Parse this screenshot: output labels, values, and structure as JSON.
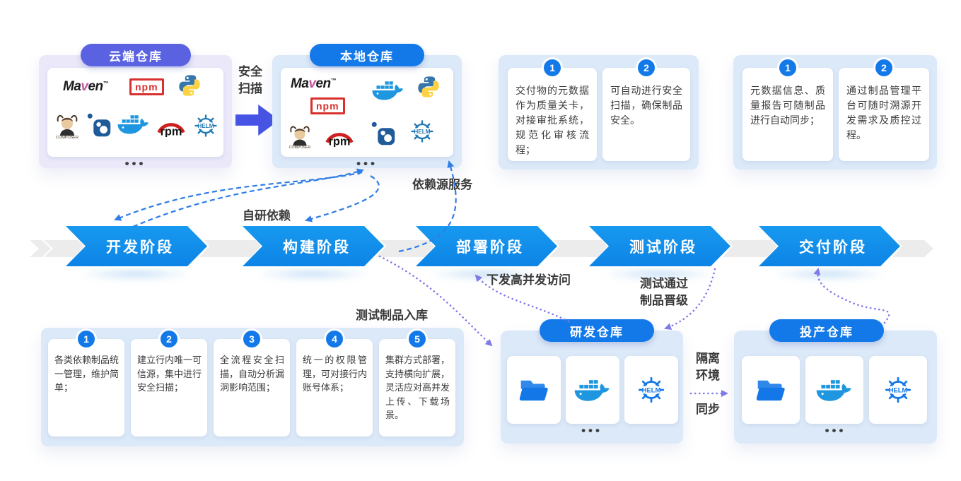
{
  "colors": {
    "accent_blue": "#1379e8",
    "pipeline_blue": "#0d84e6",
    "indigo_badge": "#5a62e2",
    "indigo_arrow": "#4653e4",
    "lavender_card": "#eae8f9",
    "lightblue_card": "#dbe9f8",
    "dashed_arrow_blue": "#2f7de5",
    "dotted_arrow_purple": "#7f7ae8"
  },
  "cloud_repo": {
    "title": "云端仓库",
    "dots": "•••",
    "logos": [
      "maven-logo",
      "npm-logo",
      "python-logo",
      "composer-logo",
      "nuget-logo",
      "docker-logo",
      "rpm-logo",
      "helm-logo"
    ]
  },
  "security_scan": {
    "line1": "安全",
    "line2": "扫描"
  },
  "local_repo": {
    "title": "本地仓库",
    "dots": "•••",
    "logos": [
      "maven-logo",
      "docker-logo",
      "python-logo",
      "npm-logo",
      "composer-logo",
      "rpm-logo",
      "nuget-logo",
      "helm-logo"
    ]
  },
  "logo_text": {
    "maven_a": "Ma",
    "maven_v": "v",
    "maven_b": "en",
    "maven_tm": "™",
    "npm": "npm",
    "rpm": "rpm",
    "helm": "HELM",
    "composer": "COMPOSER"
  },
  "info_quality": {
    "items": [
      {
        "num": "1",
        "text": "交付物的元数据作为质量关卡，对接审批系统，规范化审核流程；"
      },
      {
        "num": "2",
        "text": "可自动进行安全扫描，确保制品安全。"
      }
    ]
  },
  "info_metadata": {
    "items": [
      {
        "num": "1",
        "text": "元数据信息、质量报告可随制品进行自动同步；"
      },
      {
        "num": "2",
        "text": "通过制品管理平台可随时溯源开发需求及质控过程。"
      }
    ]
  },
  "pipeline": {
    "stages": [
      {
        "label": "开发阶段"
      },
      {
        "label": "构建阶段"
      },
      {
        "label": "部署阶段"
      },
      {
        "label": "测试阶段"
      },
      {
        "label": "交付阶段"
      }
    ]
  },
  "flow_labels": {
    "dependency_source": "依赖源服务",
    "self_dev_dependency": "自研依赖",
    "high_concurrency": "下发高并发访问",
    "test_promote_line1": "测试通过",
    "test_promote_line2": "制品晋级",
    "test_artifact_in": "测试制品入库",
    "isolation_line1": "隔离",
    "isolation_line2": "环境",
    "sync": "同步"
  },
  "features": {
    "items": [
      {
        "num": "1",
        "text": "各类依赖制品统一管理，维护简单；"
      },
      {
        "num": "2",
        "text": "建立行内唯一可信源，集中进行安全扫描；"
      },
      {
        "num": "3",
        "text": "全流程安全扫描，自动分析漏洞影响范围；"
      },
      {
        "num": "4",
        "text": "统一的权限管理，可对接行内账号体系；"
      },
      {
        "num": "5",
        "text": "集群方式部署，支持横向扩展，灵活应对高并发上传、下载场景。"
      }
    ]
  },
  "rd_repo": {
    "title": "研发仓库",
    "dots": "•••",
    "tiles": [
      "folder-icon",
      "docker-logo",
      "helm-logo"
    ]
  },
  "prod_repo": {
    "title": "投产仓库",
    "dots": "•••",
    "tiles": [
      "folder-icon",
      "docker-logo",
      "helm-logo"
    ]
  }
}
